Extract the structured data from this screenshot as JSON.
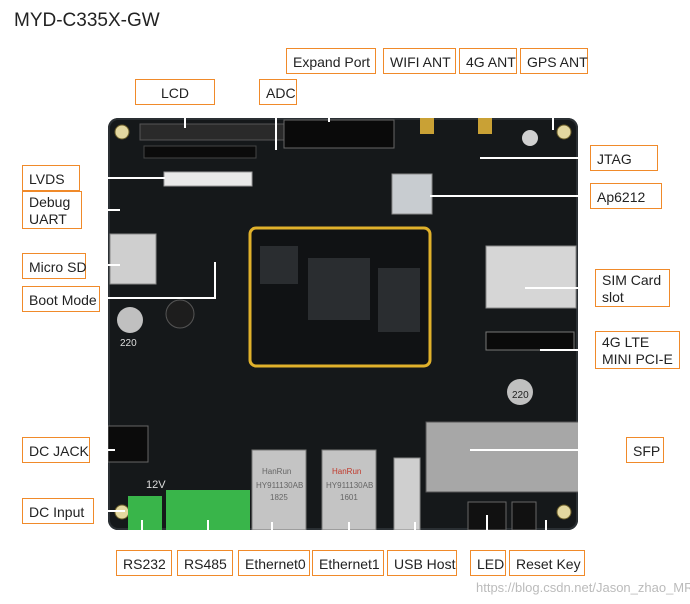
{
  "title": "MYD-C335X-GW",
  "labels": {
    "lcd": "LCD",
    "expand_port": "Expand Port",
    "wifi_ant": "WIFI ANT",
    "ant_4g": "4G ANT",
    "gps_ant": "GPS ANT",
    "adc": "ADC",
    "jtag": "JTAG",
    "ap6212": "Ap6212",
    "lvds": "LVDS",
    "debug_uart": "Debug UART",
    "micro_sd": "Micro SD",
    "boot_mode": "Boot Mode",
    "sim_card_slot": "SIM Card slot",
    "lte_4g": "4G LTE MINI PCI-E",
    "dc_jack": "DC JACK",
    "sfp": "SFP",
    "dc_input": "DC Input",
    "rs232": "RS232",
    "rs485": "RS485",
    "ethernet0": "Ethernet0",
    "ethernet1": "Ethernet1",
    "usb_host": "USB Host",
    "led": "LED",
    "reset_key": "Reset Key"
  },
  "board_text": {
    "voltage": "12V",
    "eth0_brand": "HanRun",
    "eth0_model": "HY911130AB",
    "eth0_code": "1825",
    "eth1_brand": "HanRun",
    "eth1_model": "HY911130AB",
    "eth1_code": "1601",
    "cap1": "220",
    "cap2": "220"
  },
  "watermark": "https://blog.csdn.net/Jason_zhao_MR",
  "colors": {
    "label_border": "#f08a2a",
    "leader": "#ffffff",
    "board": "#15181a",
    "som_outline": "#e0b12b"
  }
}
